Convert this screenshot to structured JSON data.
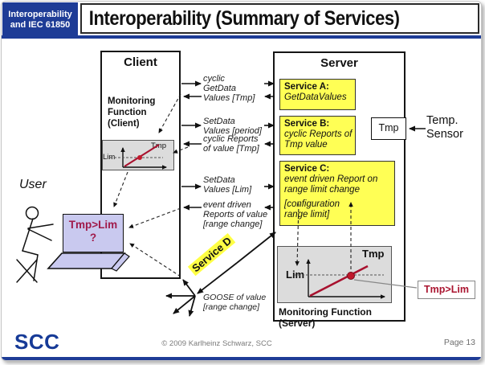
{
  "colors": {
    "header_blue": "#1e3c96",
    "logo_blue": "#163a97",
    "service_yellow": "#ffff55",
    "laptop_screen": "#c9c9ef",
    "alarm_text_red": "#a01a4a",
    "chart_line_red": "#a8112e"
  },
  "header": {
    "tag": "Interoperability and IEC 61850",
    "title": "Interoperability (Summary of Services)"
  },
  "user": {
    "label": "User",
    "laptop_line1": "Tmp>Lim",
    "laptop_line2": "?"
  },
  "client": {
    "title": "Client",
    "monitoring_label": "Monitoring Function (Client)",
    "chart_tmp": "Tmp",
    "chart_lim": "Lim"
  },
  "server": {
    "title": "Server",
    "service_a_name": "Service A:",
    "service_a_desc": "GetDataValues",
    "service_b_name": "Service B:",
    "service_b_desc": "cyclic Reports of Tmp value",
    "service_c_name": "Service C:",
    "service_c_desc": "event driven Report on range limit change",
    "service_c_config": "[configuration range limit]",
    "tmp_box": "Tmp",
    "monitoring_label": "Monitoring Function (Server)",
    "chart_tmp": "Tmp",
    "chart_lim": "Lim"
  },
  "sensor_label": "Temp. Sensor",
  "messages": {
    "m1": {
      "lines": [
        "cyclic",
        "GetData",
        "Values [Tmp]"
      ]
    },
    "m2": {
      "lines": [
        "SetData",
        "Values [period]"
      ]
    },
    "m3": {
      "lines": [
        "cyclic Reports",
        "of value [Tmp]"
      ]
    },
    "m4": {
      "lines": [
        "SetData",
        "Values [Lim]"
      ]
    },
    "m5": {
      "lines": [
        "event driven",
        "Reports of value",
        "[range change]"
      ]
    }
  },
  "service_d_label": "Service D",
  "goose_line1": "GOOSE of value",
  "goose_line2": "[range change]",
  "callout_label": "Tmp>Lim",
  "footer": {
    "logo": "SCC",
    "copyright": "© 2009 Karlheinz Schwarz, SCC",
    "page": "Page 13"
  }
}
